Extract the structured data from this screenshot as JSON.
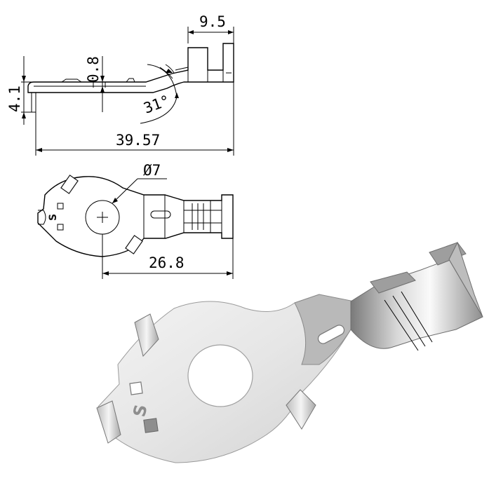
{
  "drawing": {
    "dims": {
      "width_top": "9.5",
      "thickness": "0.8",
      "height": "4.1",
      "angle": "31°",
      "length": "39.57",
      "hole_dia": "Ø7",
      "hole_to_end": "26.8"
    },
    "stamp_mark": "S",
    "colors": {
      "metal_light": "#f1f1f1",
      "metal_mid": "#c9c9c9",
      "metal_dark": "#8a8a8a",
      "line": "#000000"
    }
  }
}
